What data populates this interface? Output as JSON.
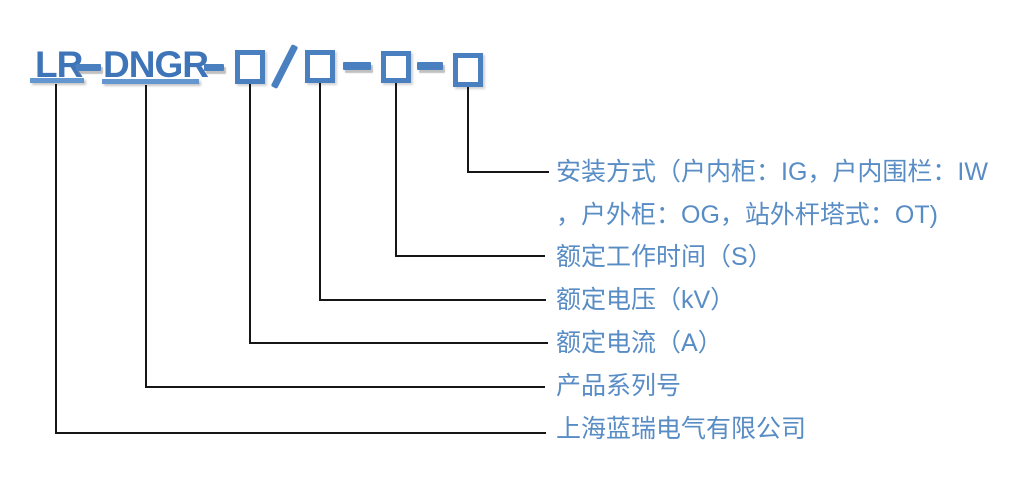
{
  "model": {
    "prefix": "LR",
    "series_code": "DNGR"
  },
  "labels": {
    "install_method": {
      "line1": "安装方式（户内柜：IG，户内围栏：IW",
      "line2": "，户外柜：OG，站外杆塔式：OT)"
    },
    "rated_time": "额定工作时间（S）",
    "rated_voltage": "额定电压（kV）",
    "rated_current": "额定电流（A）",
    "product_series": "产品系列号",
    "company": "上海蓝瑞电气有限公司"
  },
  "icons": {
    "field_box": "placeholder-square-icon",
    "dash": "dash-separator",
    "slash": "slash-separator"
  },
  "colors": {
    "code_blue": "#3e74b8",
    "box_blue": "#4a80bf",
    "label_blue": "#588cc5",
    "underline_blue": "#6496cf",
    "connector_black": "#161616",
    "background": "#ffffff"
  }
}
